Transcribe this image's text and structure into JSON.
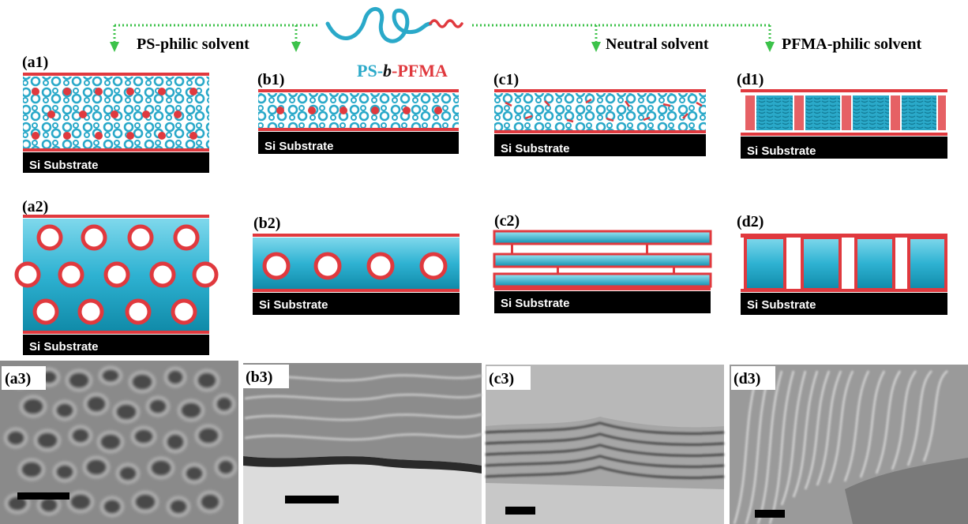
{
  "polymer_label": {
    "ps": "PS",
    "sep1": "-",
    "b": "b",
    "sep2": "-",
    "pfma": "PFMA"
  },
  "solvents": {
    "ps_philic": "PS-philic solvent",
    "neutral": "Neutral solvent",
    "pfma_philic": "PFMA-philic solvent"
  },
  "panels": {
    "a1": "(a1)",
    "b1": "(b1)",
    "c1": "(c1)",
    "d1": "(d1)",
    "a2": "(a2)",
    "b2": "(b2)",
    "c2": "(c2)",
    "d2": "(d2)",
    "a3": "(a3)",
    "b3": "(b3)",
    "c3": "(c3)",
    "d3": "(d3)"
  },
  "substrate_label": "Si Substrate",
  "colors": {
    "ps_block": "#2aa9c9",
    "pfma_block": "#e0393e",
    "arrow": "#3cc24a",
    "substrate": "#000000",
    "layer_blue_light": "#8fdff0",
    "layer_blue_dark": "#0f8fb0"
  }
}
